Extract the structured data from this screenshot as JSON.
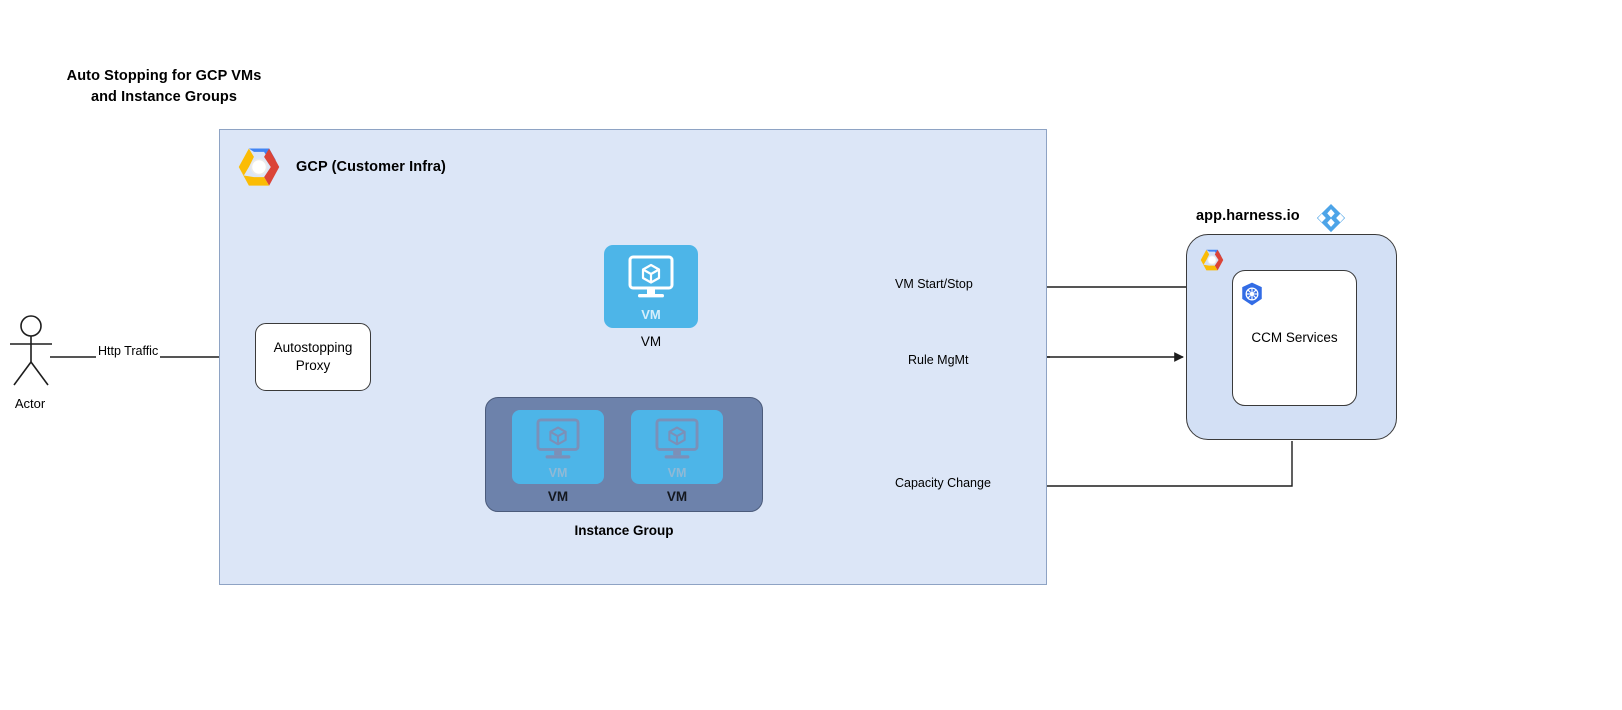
{
  "title": {
    "line1": "Auto Stopping for GCP VMs",
    "line2": "and Instance Groups"
  },
  "actor": {
    "label": "Actor",
    "icon": "actor-stick-figure-icon"
  },
  "gcp_container": {
    "label": "GCP (Customer Infra)",
    "icon": "gcp-logo-icon",
    "fill_color": "#dce6f7",
    "border_color": "#8ea3c4"
  },
  "autostopping_proxy": {
    "line1": "Autostopping",
    "line2": "Proxy"
  },
  "vm_node": {
    "inner_label": "VM",
    "caption": "VM",
    "icon": "vm-monitor-cube-icon",
    "fill_color": "#4db5e8"
  },
  "instance_group": {
    "caption": "Instance Group",
    "fill_color": "#6d82ab",
    "vms": [
      {
        "inner_label": "VM",
        "caption": "VM",
        "icon": "vm-monitor-cube-icon"
      },
      {
        "inner_label": "VM",
        "caption": "VM",
        "icon": "vm-monitor-cube-icon"
      }
    ]
  },
  "harness": {
    "label": "app.harness.io",
    "logo_icon": "harness-diamond-logo-icon",
    "gcp_icon": "gcp-logo-icon",
    "panel_fill": "#d3e0f5",
    "ccm_services": {
      "label": "CCM Services",
      "icon": "kubernetes-logo-icon"
    }
  },
  "edges": [
    {
      "id": "http-traffic",
      "label": "Http Traffic",
      "from": "actor",
      "to": "autostopping-proxy"
    },
    {
      "id": "vm-start-stop",
      "label": "VM Start/Stop",
      "from": "ccm-services",
      "to": "vm-node"
    },
    {
      "id": "rule-mgmt",
      "label": "Rule MgMt",
      "from": "autostopping-proxy",
      "to": "harness-panel"
    },
    {
      "id": "capacity-change",
      "label": "Capacity Change",
      "from": "harness-panel",
      "to": "instance-group"
    },
    {
      "id": "proxy-to-vm",
      "label": "",
      "from": "autostopping-proxy",
      "to": "vm-node"
    },
    {
      "id": "proxy-to-ig",
      "label": "",
      "from": "autostopping-proxy",
      "to": "instance-group"
    }
  ]
}
